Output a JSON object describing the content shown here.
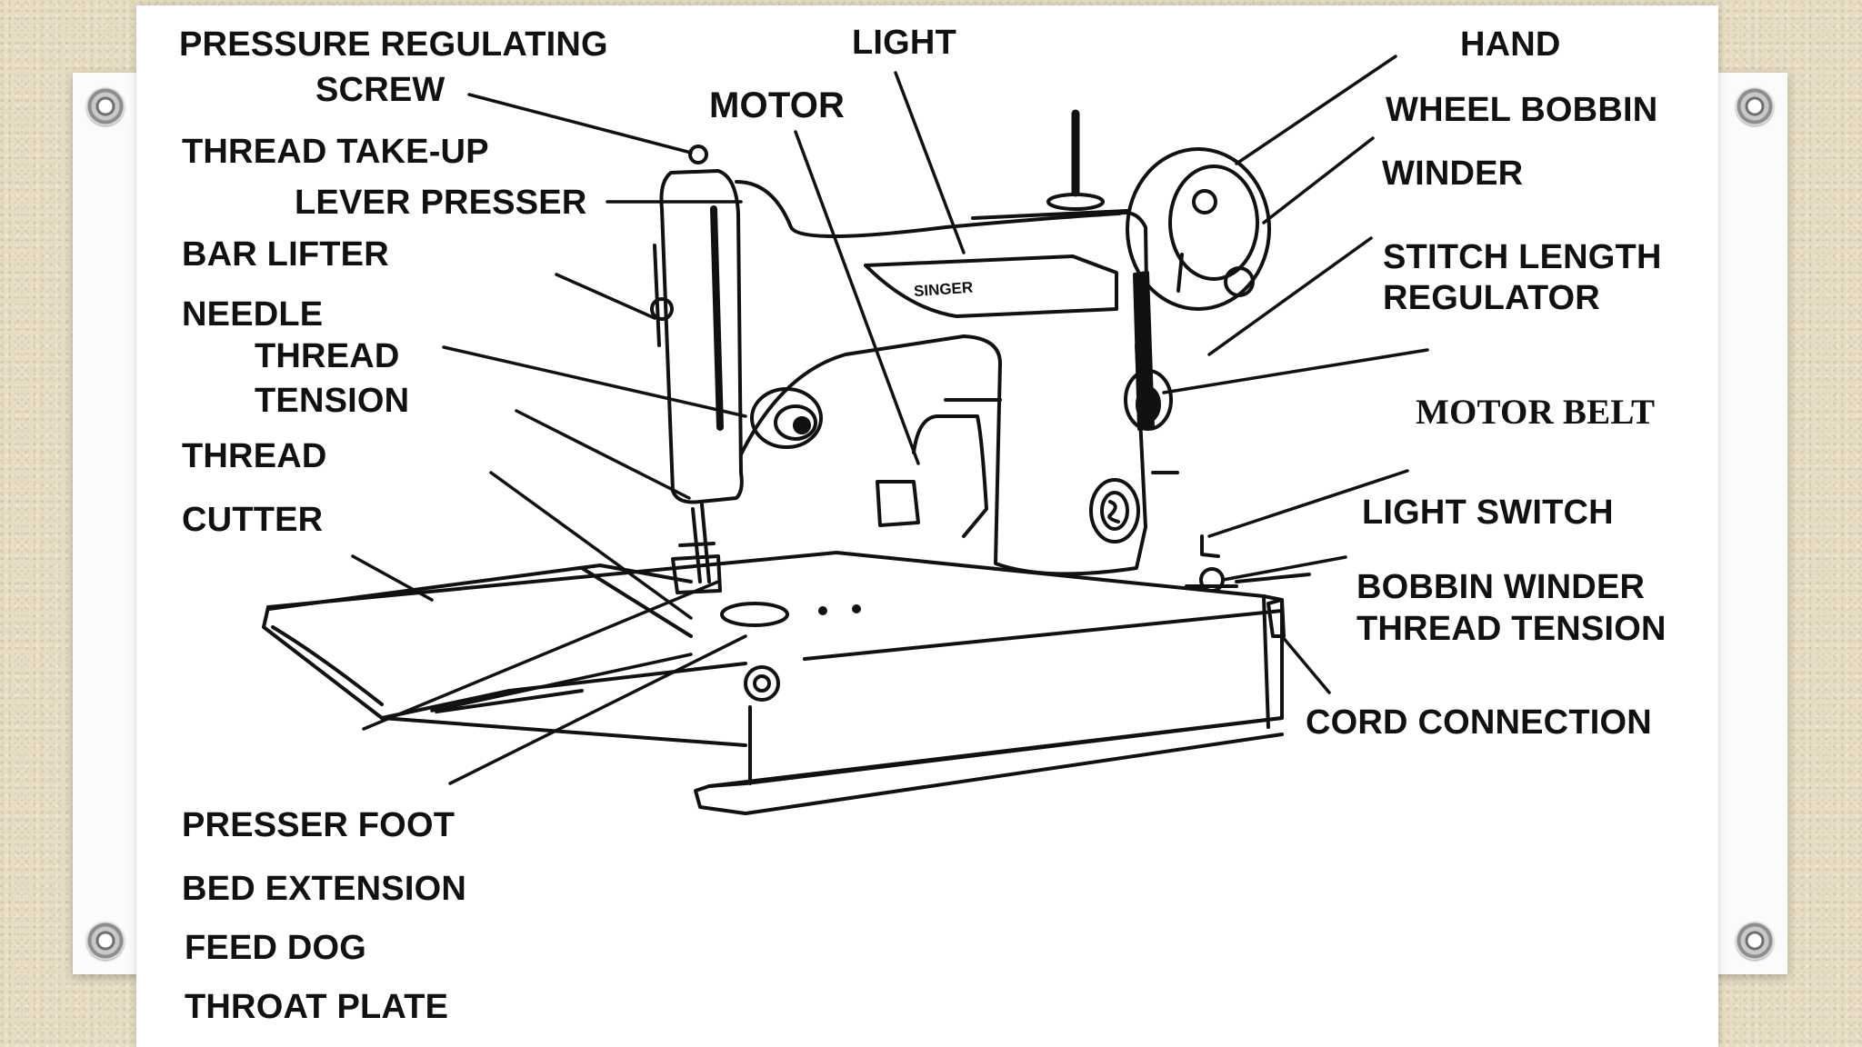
{
  "diagram": {
    "brand_plate": "SINGER",
    "labels": {
      "pressure_regulating": "PRESSURE REGULATING",
      "screw": "SCREW",
      "thread_take_up": "THREAD TAKE-UP",
      "lever_presser": "LEVER PRESSER",
      "bar_lifter": "BAR LIFTER",
      "needle": "NEEDLE",
      "thread": "THREAD",
      "tension": "TENSION",
      "thread2": "THREAD",
      "cutter": "CUTTER",
      "presser_foot": "PRESSER FOOT",
      "bed_extension": "BED EXTENSION",
      "feed_dog": "FEED DOG",
      "throat_plate": "THROAT PLATE",
      "light": "LIGHT",
      "motor": "MOTOR",
      "hand": "HAND",
      "wheel_bobbin": "WHEEL BOBBIN",
      "winder": "WINDER",
      "stitch_length": "STITCH LENGTH",
      "regulator": "REGULATOR",
      "motor_belt": "MOTOR BELT",
      "light_switch": "LIGHT SWITCH",
      "bobbin_winder": "BOBBIN WINDER",
      "thread_tension": "THREAD TENSION",
      "cord_connection": "CORD CONNECTION"
    }
  }
}
